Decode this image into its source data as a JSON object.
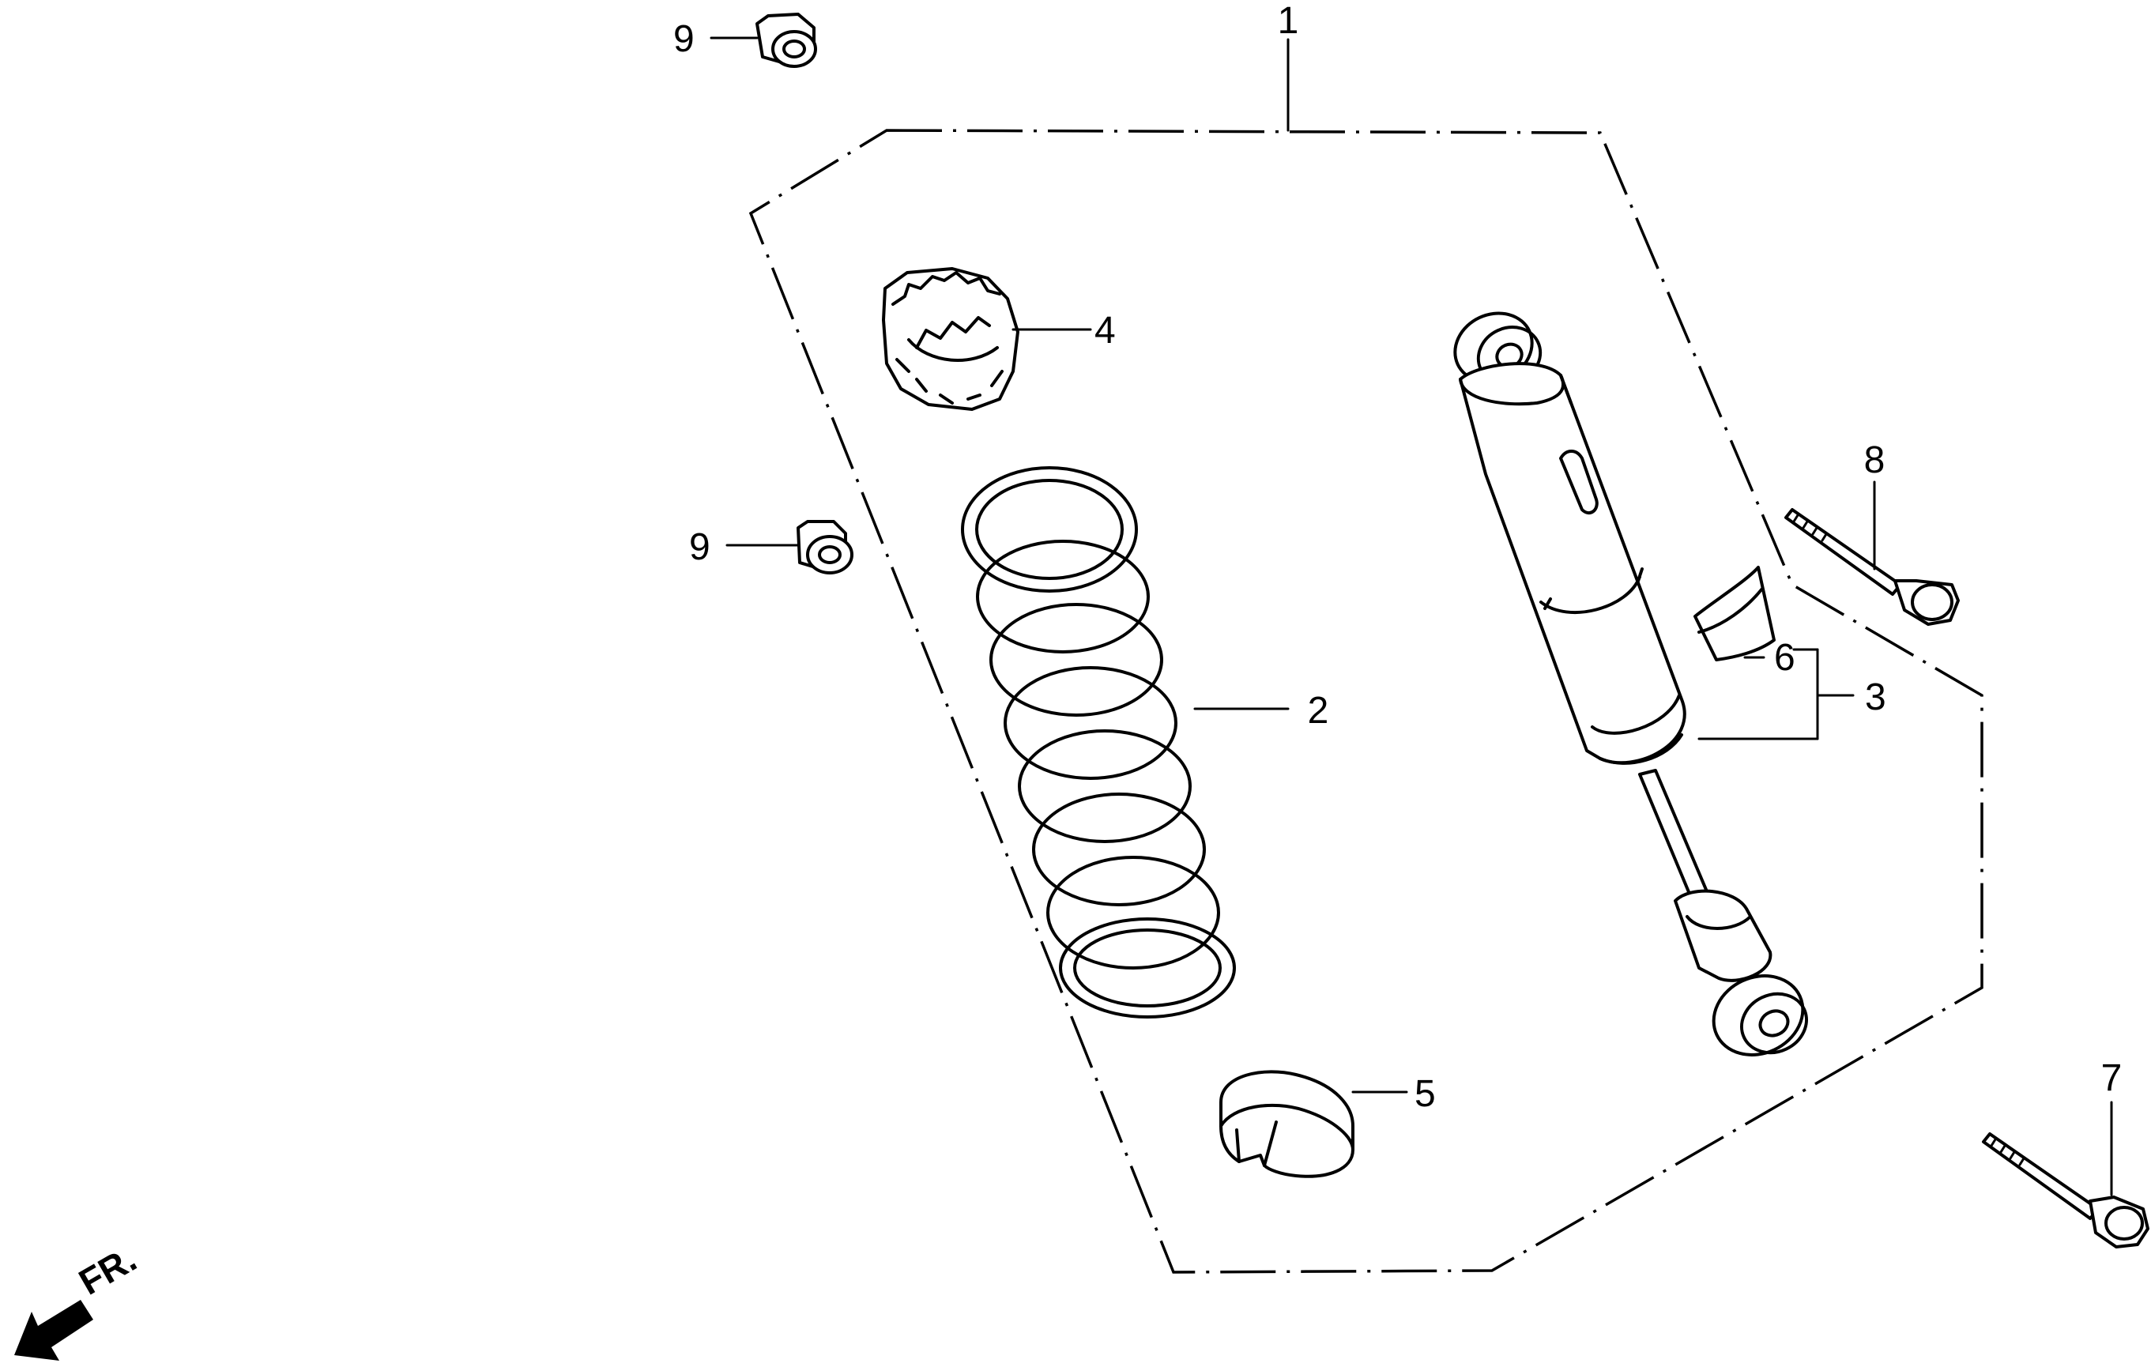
{
  "diagram": {
    "callouts": {
      "c1": "1",
      "c2": "2",
      "c3": "3",
      "c4": "4",
      "c5": "5",
      "c6": "6",
      "c7": "7",
      "c8": "8",
      "c9a": "9",
      "c9b": "9"
    },
    "direction_label": "FR."
  }
}
